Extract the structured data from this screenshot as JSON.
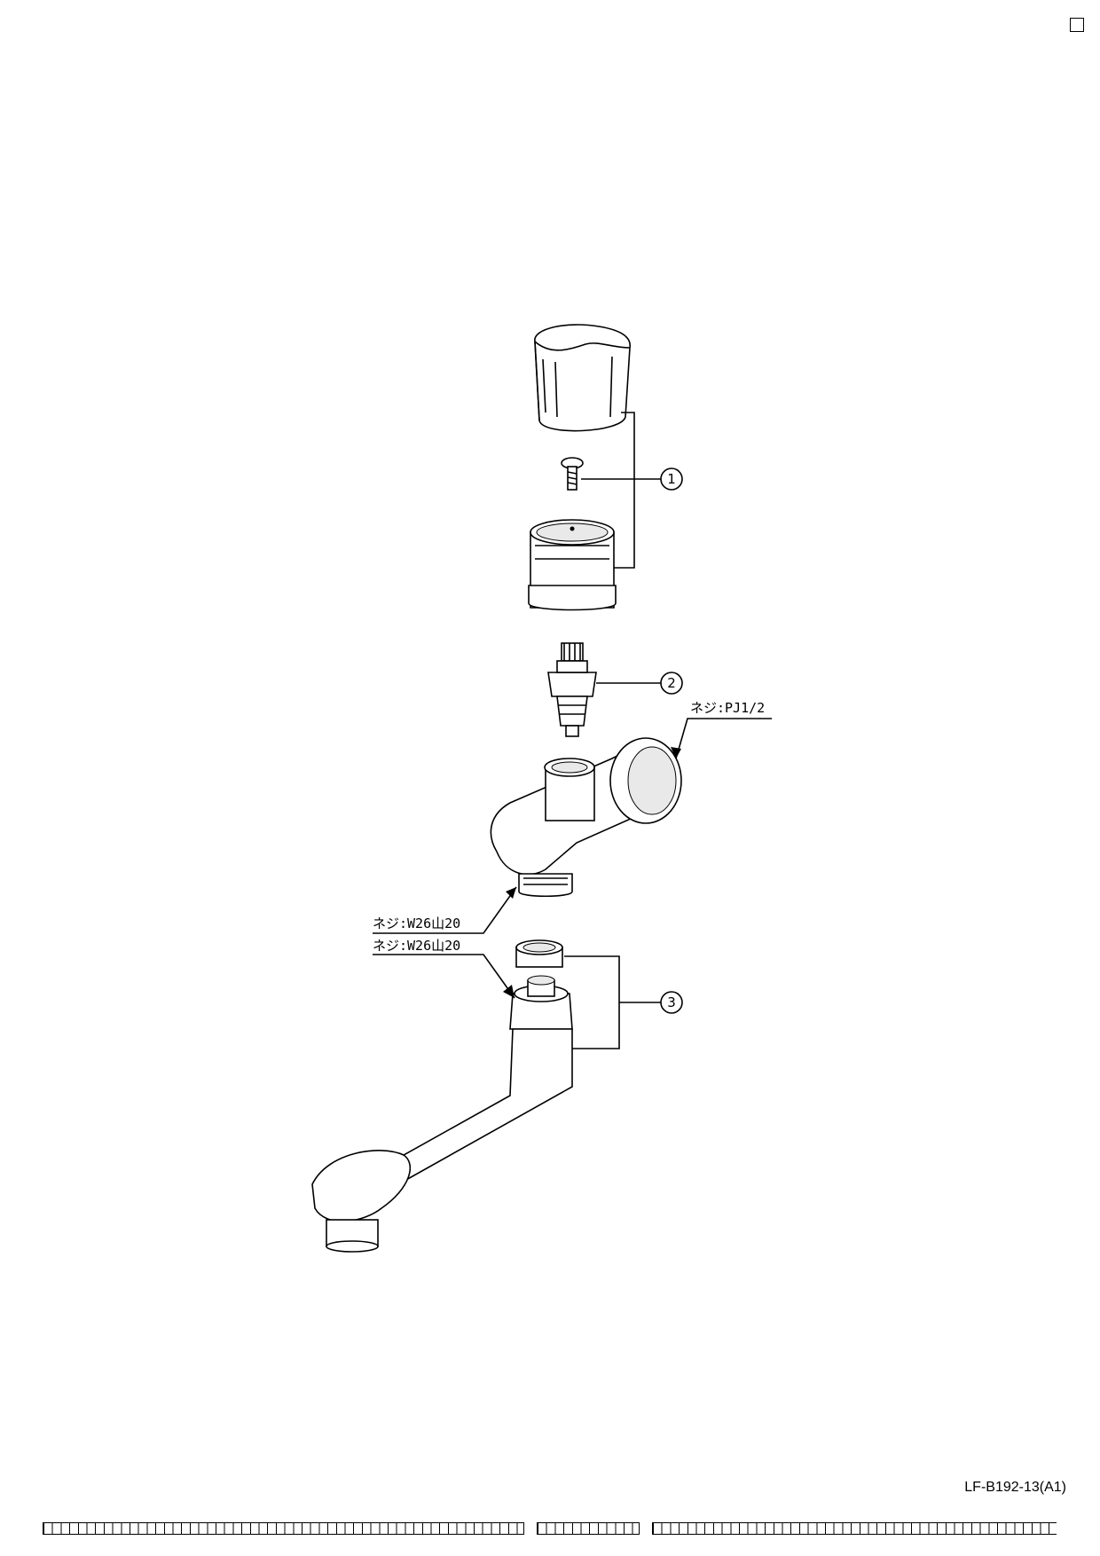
{
  "page": {
    "corner_mark": "□",
    "model_code": "LF-B192-13(A1)"
  },
  "callouts": {
    "part1": "1",
    "part2": "2",
    "part3": "3",
    "thread_pj": "ネジ:PJ1/2",
    "thread_w26_upper": "ネジ:W26山20",
    "thread_w26_lower": "ネジ:W26山20"
  },
  "footer": {
    "left_count": 56,
    "middle_count": 12,
    "right_count": 48
  }
}
